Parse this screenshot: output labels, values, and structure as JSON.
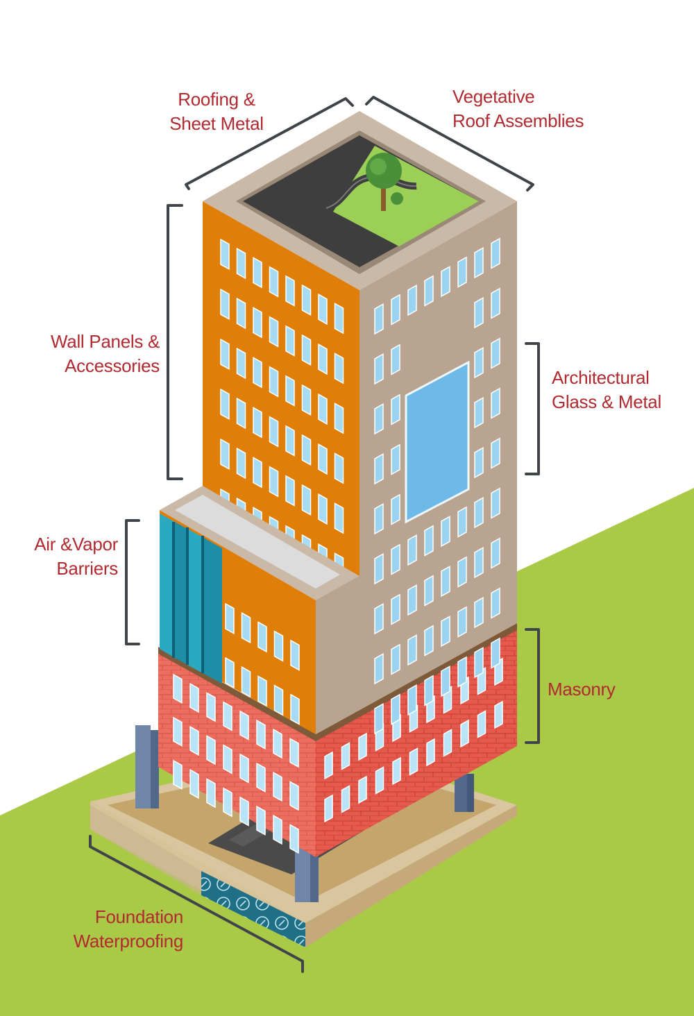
{
  "colors": {
    "label": "#b02a30",
    "ground": "#a9c947",
    "bracket": "#404348",
    "tower_front": "#df7f0a",
    "tower_side": "#b8a491",
    "masonry": "#ec6e5f",
    "window": "#8fd0ee",
    "glass": "#6db9e8",
    "green_roof": "#9ccf56",
    "membrane": "#2bb0c6"
  },
  "labels": {
    "roofing": [
      "Roofing &",
      "Sheet Metal"
    ],
    "vegetative": [
      "Vegetative",
      "Roof Assemblies"
    ],
    "wall_panels": [
      "Wall Panels &",
      "Accessories"
    ],
    "arch_glass": [
      "Architectural",
      "Glass & Metal"
    ],
    "air_vapor": [
      "Air &Vapor",
      "Barriers"
    ],
    "masonry": [
      "Masonry"
    ],
    "foundation": [
      "Foundation",
      "Waterproofing"
    ]
  },
  "icons": [
    "building-illustration",
    "tree-icon",
    "bracket-icon"
  ]
}
